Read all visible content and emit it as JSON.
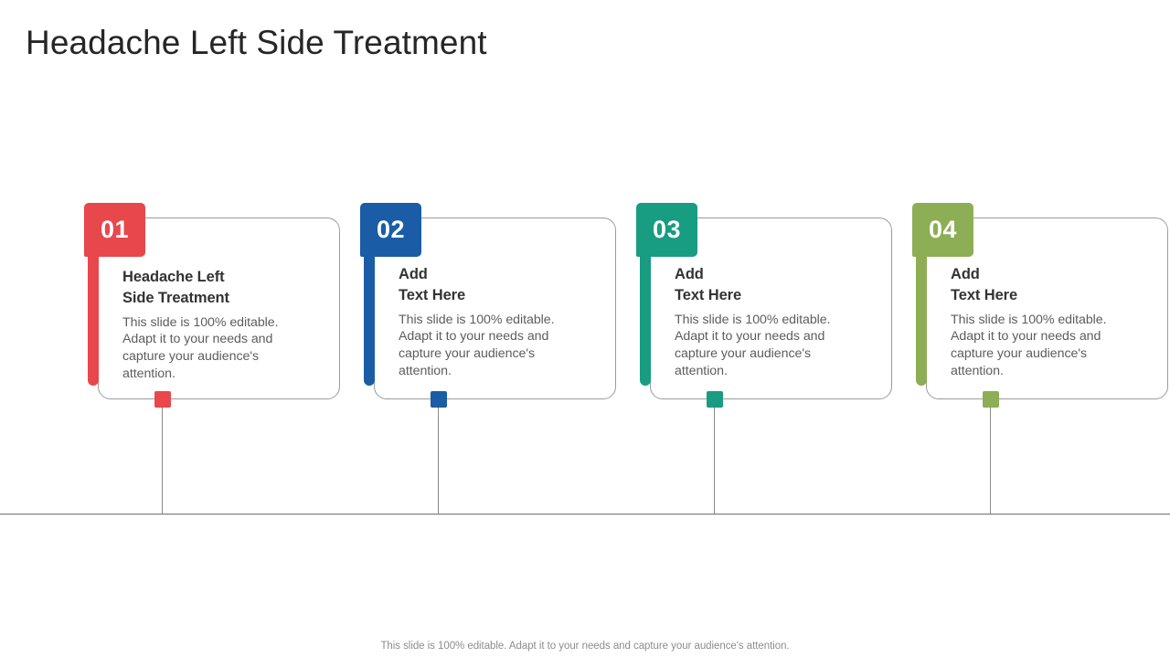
{
  "slide": {
    "title": "Headache Left Side Treatment",
    "footer_note": "This slide is 100% editable. Adapt it to your needs and capture your audience's attention.",
    "background_color": "#ffffff",
    "baseline_color": "#6f6f6f"
  },
  "cards": [
    {
      "number": "01",
      "color": "#E8474C",
      "heading_line1": "Headache Left",
      "heading_line2": "Side Treatment",
      "body": "This slide is 100% editable. Adapt it to your needs and capture your audience's attention."
    },
    {
      "number": "02",
      "color": "#1A5DA6",
      "heading_line1": "Add",
      "heading_line2": "Text Here",
      "body": "This slide is 100% editable. Adapt it to your needs and capture your audience's attention."
    },
    {
      "number": "03",
      "color": "#189C82",
      "heading_line1": "Add",
      "heading_line2": "Text Here",
      "body": "This slide is 100% editable. Adapt it to your needs and capture your audience's attention."
    },
    {
      "number": "04",
      "color": "#8DAE54",
      "heading_line1": "Add",
      "heading_line2": "Text Here",
      "body": "This slide is 100% editable. Adapt it to your needs and capture your audience's attention."
    }
  ]
}
